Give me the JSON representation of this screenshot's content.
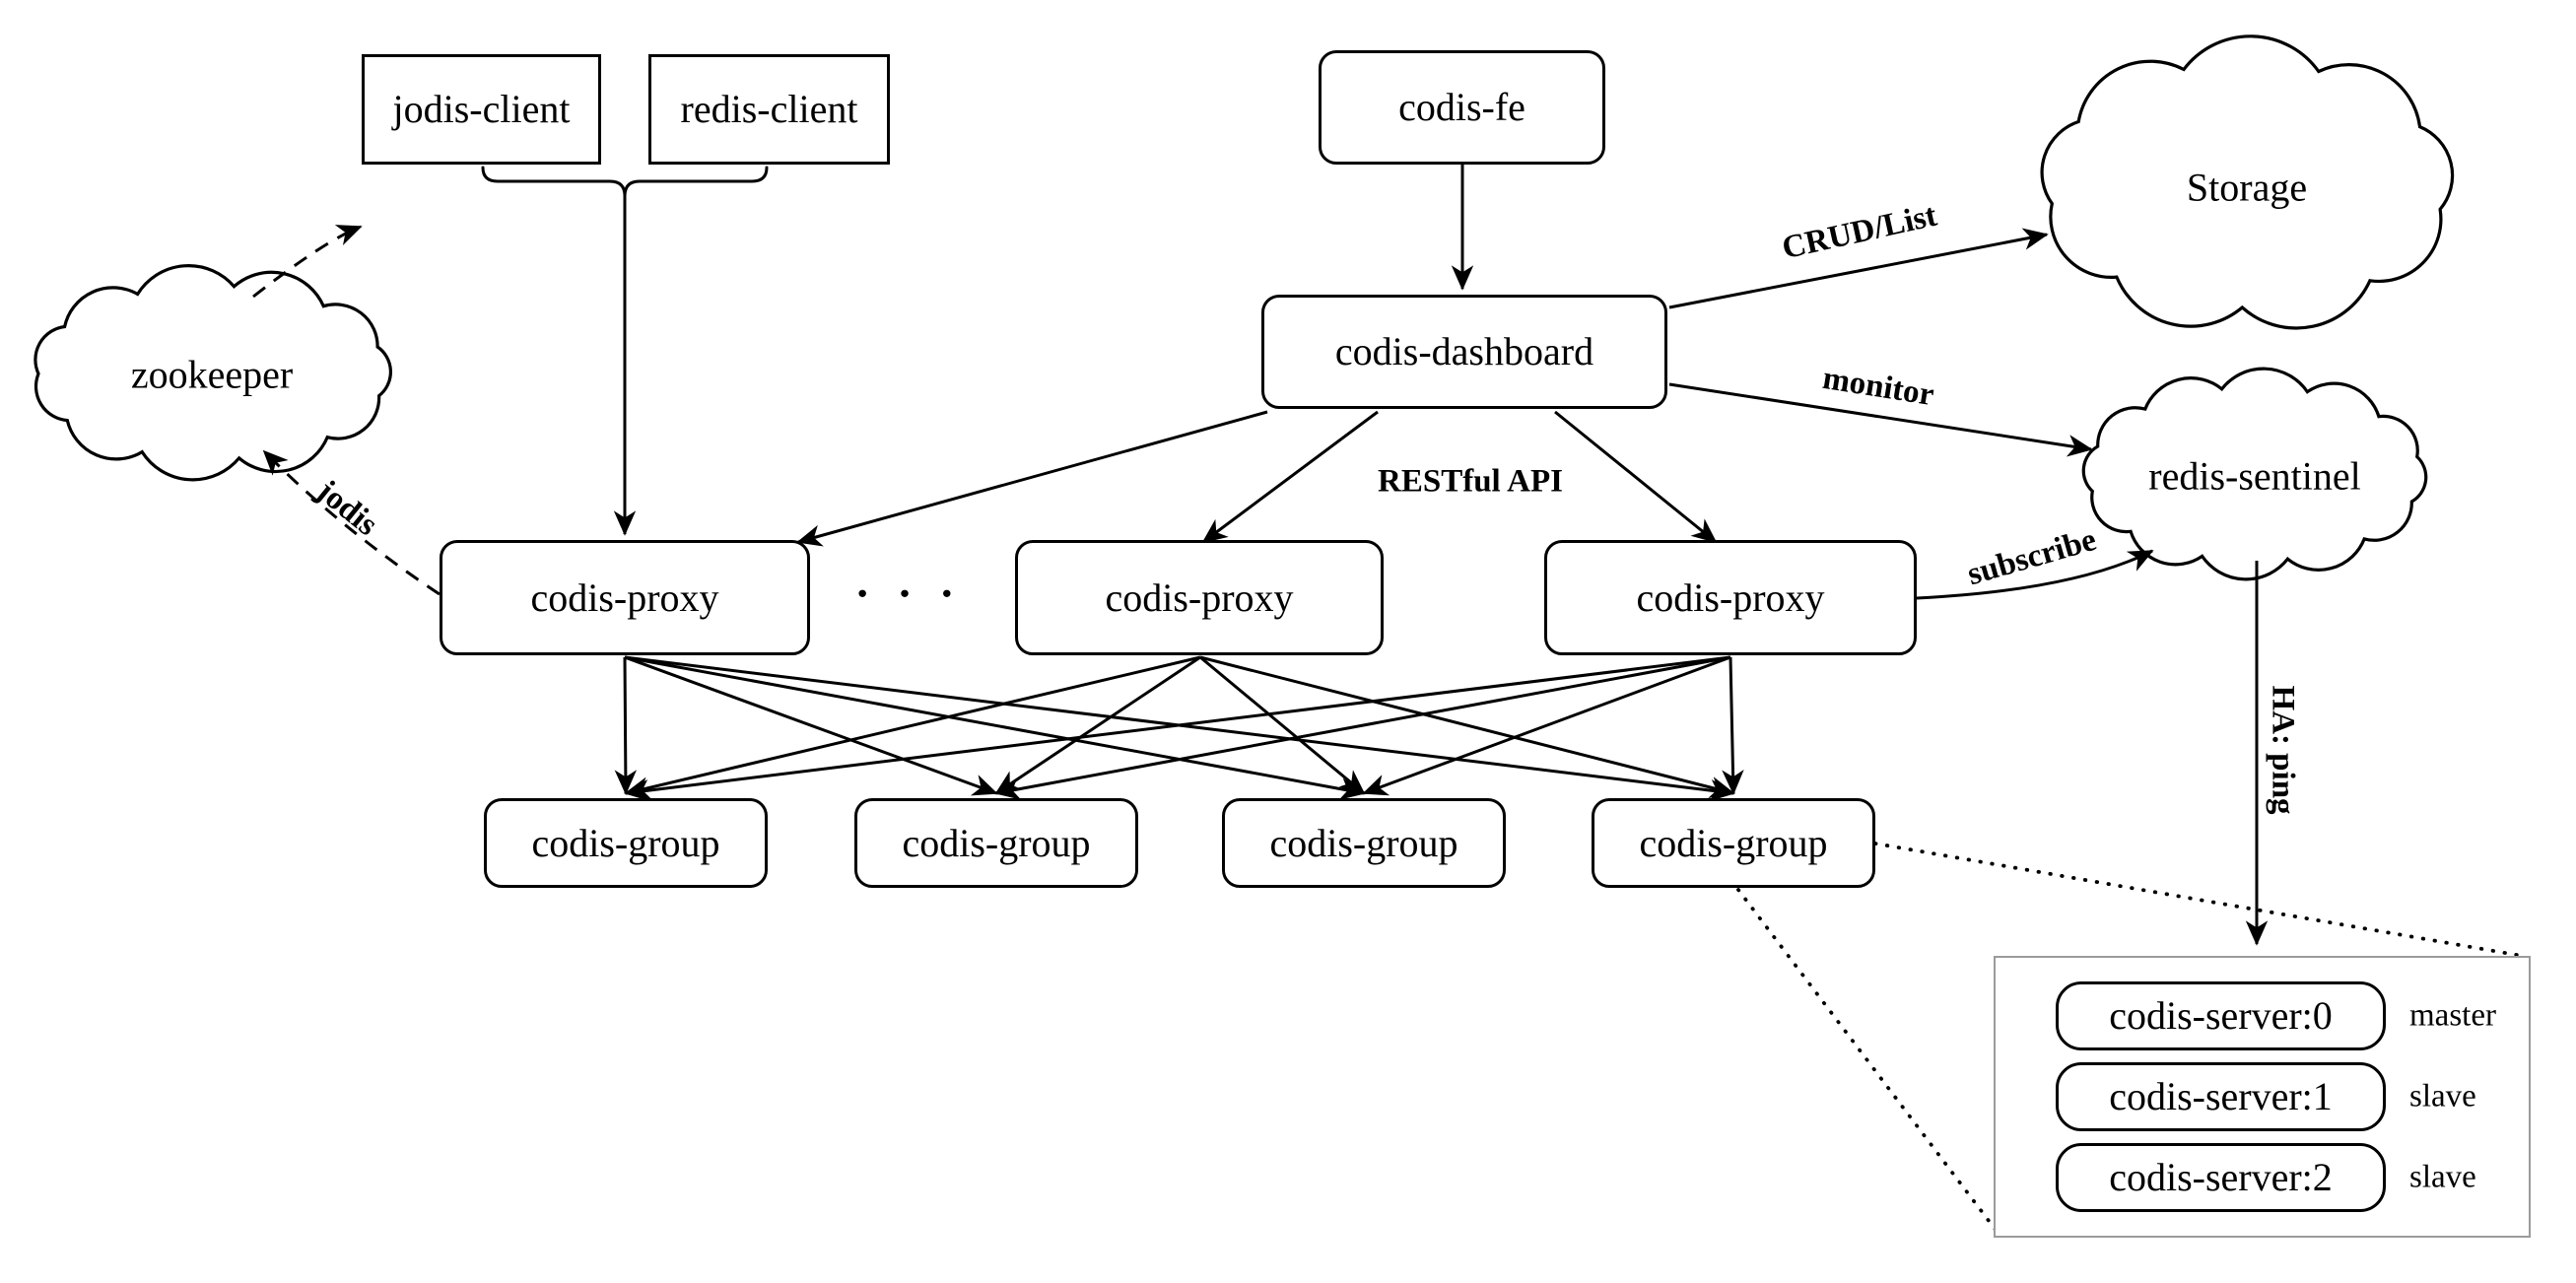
{
  "nodes": {
    "jodis_client": "jodis-client",
    "redis_client": "redis-client",
    "codis_fe": "codis-fe",
    "codis_dashboard": "codis-dashboard",
    "zookeeper": "zookeeper",
    "storage": "Storage",
    "redis_sentinel": "redis-sentinel",
    "codis_proxy_1": "codis-proxy",
    "codis_proxy_2": "codis-proxy",
    "codis_proxy_3": "codis-proxy",
    "proxy_ellipsis": "· · ·",
    "codis_group_1": "codis-group",
    "codis_group_2": "codis-group",
    "codis_group_3": "codis-group",
    "codis_group_4": "codis-group",
    "codis_server_0": "codis-server:0",
    "codis_server_1": "codis-server:1",
    "codis_server_2": "codis-server:2"
  },
  "edge_labels": {
    "crud_list": "CRUD/List",
    "monitor": "monitor",
    "restful_api": "RESTful API",
    "subscribe": "subscribe",
    "jodis": "jodis",
    "ha_ping": "HA: ping"
  },
  "server_roles": {
    "server_0": "master",
    "server_1": "slave",
    "server_2": "slave"
  },
  "colors": {
    "line": "#000000",
    "container_border": "#9b9b9b",
    "background": "#ffffff",
    "text": "#000000"
  }
}
